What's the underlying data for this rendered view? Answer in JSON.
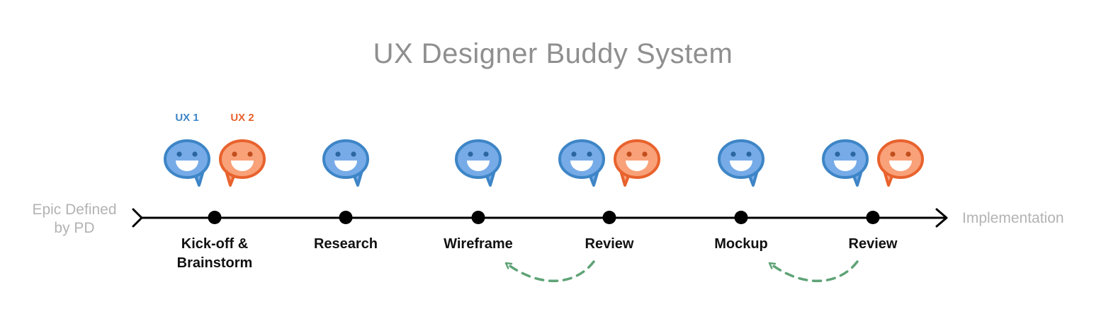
{
  "title": "UX Designer Buddy System",
  "legend": {
    "ux1": "UX 1",
    "ux2": "UX 2"
  },
  "timeline": {
    "start_label": "Epic Defined\nby PD",
    "end_label": "Implementation"
  },
  "stages": [
    {
      "label": "Kick-off &\nBrainstorm",
      "designers": [
        "UX 1",
        "UX 2"
      ]
    },
    {
      "label": "Research",
      "designers": [
        "UX 1"
      ]
    },
    {
      "label": "Wireframe",
      "designers": [
        "UX 1"
      ]
    },
    {
      "label": "Review",
      "designers": [
        "UX 1",
        "UX 2"
      ]
    },
    {
      "label": "Mockup",
      "designers": [
        "UX 1"
      ]
    },
    {
      "label": "Review",
      "designers": [
        "UX 1",
        "UX 2"
      ]
    }
  ],
  "feedback_arrows": [
    {
      "from": "Review",
      "to": "Wireframe"
    },
    {
      "from": "Review",
      "to": "Mockup"
    }
  ],
  "colors": {
    "ux1_fill": "#76ABE8",
    "ux1_stroke": "#3D85C6",
    "ux2_fill": "#F9A179",
    "ux2_stroke": "#E8622D",
    "timeline": "#000000",
    "feedback_arrow": "#5FA377",
    "muted_text": "#B3B3B3",
    "title_text": "#8F8F8F"
  }
}
